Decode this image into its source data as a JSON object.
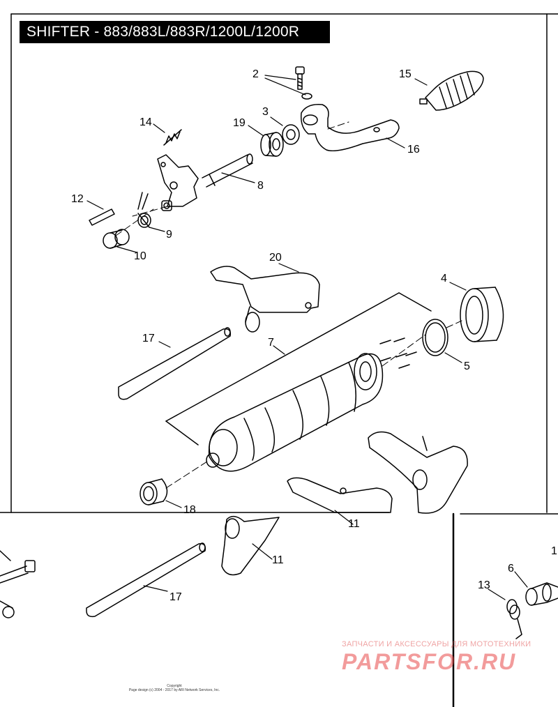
{
  "diagram": {
    "title": "SHIFTER - 883/883L/883R/1200L/1200R",
    "callouts": {
      "c2": "2",
      "c15": "15",
      "c3": "3",
      "c19": "19",
      "c14": "14",
      "c16": "16",
      "c8": "8",
      "c12": "12",
      "c9": "9",
      "c10": "10",
      "c20": "20",
      "c4": "4",
      "c17a": "17",
      "c7": "7",
      "c5": "5",
      "c18": "18",
      "c11a": "11",
      "c11b": "11",
      "c17b": "17",
      "c6": "6",
      "c13": "13",
      "c1": "1"
    },
    "copyright_line1": "Copyright",
    "copyright_line2": "Page design (c) 2004 - 2017 by ARI Network Services, Inc.",
    "watermark_text": "ЗАПЧАСТИ И АКСЕССУАРЫ ДЛЯ МОТОТЕХНИКИ",
    "watermark_logo": "PARTSFOR.RU"
  }
}
